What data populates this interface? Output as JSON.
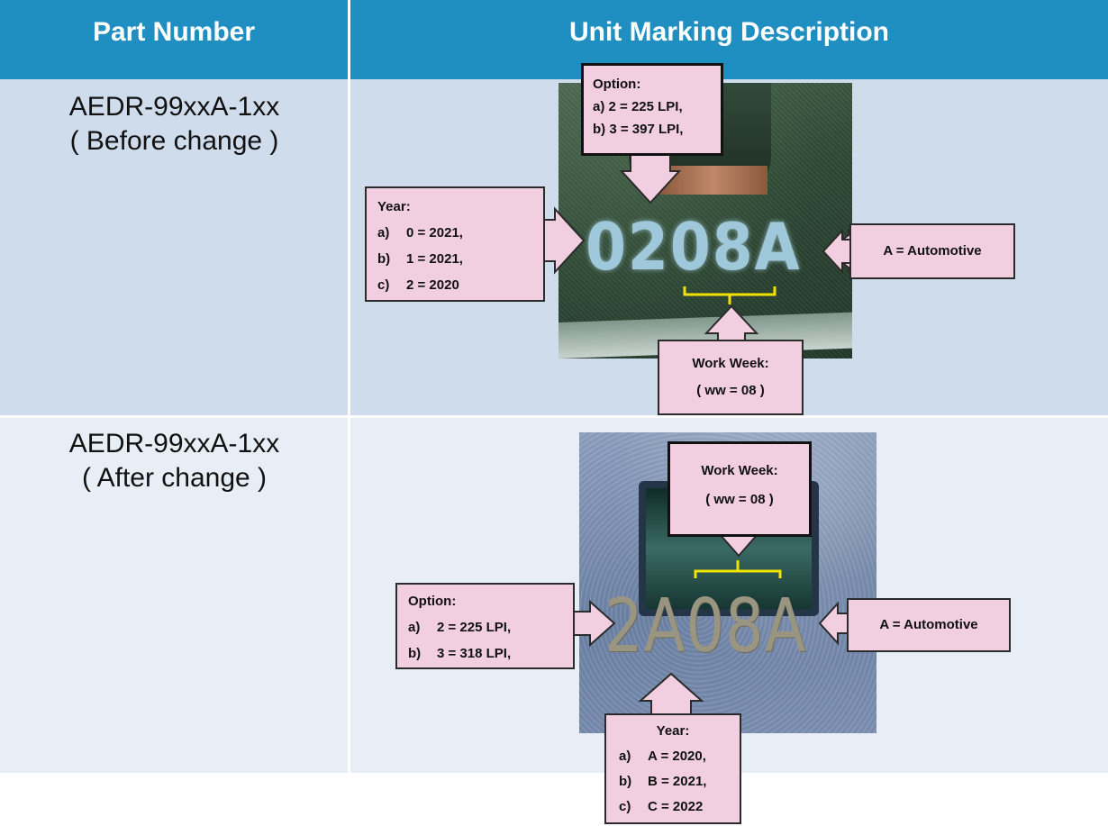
{
  "header": {
    "col1": "Part Number",
    "col2": "Unit Marking Description"
  },
  "colors": {
    "header_bg": "#1f8ec1",
    "row1_bg": "#cfdcec",
    "row2_bg": "#e8eef6",
    "callout_fill": "#f1cfe1",
    "bracket": "#f2e200"
  },
  "rows": [
    {
      "part": "AEDR-99xxA-1xx",
      "note": "( Before change )",
      "marking": "0208A",
      "callouts": {
        "option": {
          "title": "Option:",
          "lines": [
            "a) 2 = 225 LPI,",
            "b) 3 = 397 LPI,"
          ]
        },
        "year": {
          "title": "Year:",
          "items": [
            [
              "a)",
              "0 = 2021,"
            ],
            [
              "b)",
              "1 = 2021,"
            ],
            [
              "c)",
              "2 = 2020"
            ]
          ]
        },
        "automotive": "A = Automotive",
        "work_week": {
          "title": "Work Week:",
          "value": "( ww = 08 )"
        }
      }
    },
    {
      "part": "AEDR-99xxA-1xx",
      "note": "( After change )",
      "marking": "2A08A",
      "callouts": {
        "work_week": {
          "title": "Work Week:",
          "value": "( ww = 08 )"
        },
        "option": {
          "title": "Option:",
          "items": [
            [
              "a)",
              "2 = 225 LPI,"
            ],
            [
              "b)",
              "3 = 318 LPI,"
            ]
          ]
        },
        "automotive": "A = Automotive",
        "year": {
          "title": "Year:",
          "items": [
            [
              "a)",
              "A = 2020,"
            ],
            [
              "b)",
              "B = 2021,"
            ],
            [
              "c)",
              "C = 2022"
            ]
          ]
        }
      }
    }
  ]
}
